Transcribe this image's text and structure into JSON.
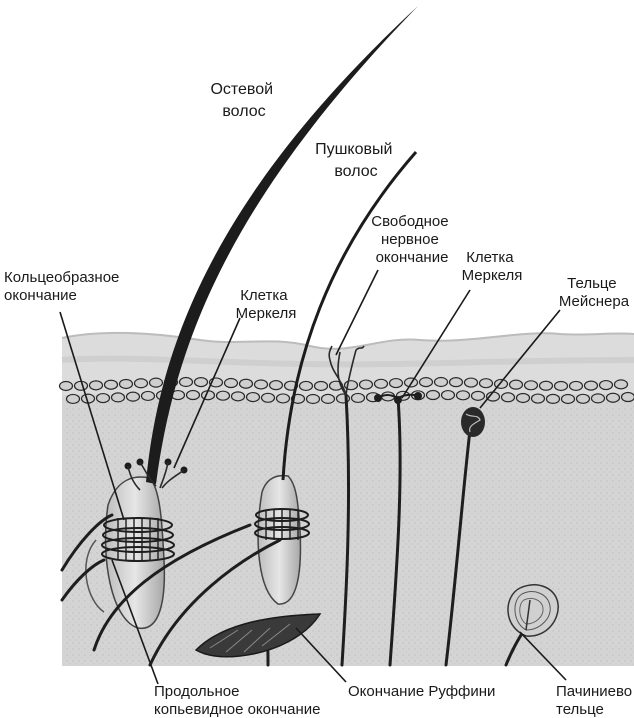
{
  "labels": {
    "guard_hair": [
      "Остевой",
      "волос"
    ],
    "vellus_hair": [
      "Пушковый",
      "волос"
    ],
    "free_nerve_ending": [
      "Свободное",
      "нервное",
      "окончание"
    ],
    "merkel_cell_right": [
      "Клетка",
      "Меркеля"
    ],
    "merkel_cell_left": [
      "Клетка",
      "Меркеля"
    ],
    "meissner_corpuscle": [
      "Тельце",
      "Мейснера"
    ],
    "ring_ending": [
      "Кольцеобразное",
      "окончание"
    ],
    "longitudinal_ending": [
      "Продольное",
      "копьевидное окончание"
    ],
    "ruffini_ending": "Окончание Руффини",
    "pacinian_corpuscle": [
      "Пачиниево",
      "тельце"
    ]
  },
  "colors": {
    "epidermis": "#dcdcdc",
    "basal_layer": "#cfcfcf",
    "dermis": "#d6d6d6",
    "ink": "#1a1a1a"
  }
}
